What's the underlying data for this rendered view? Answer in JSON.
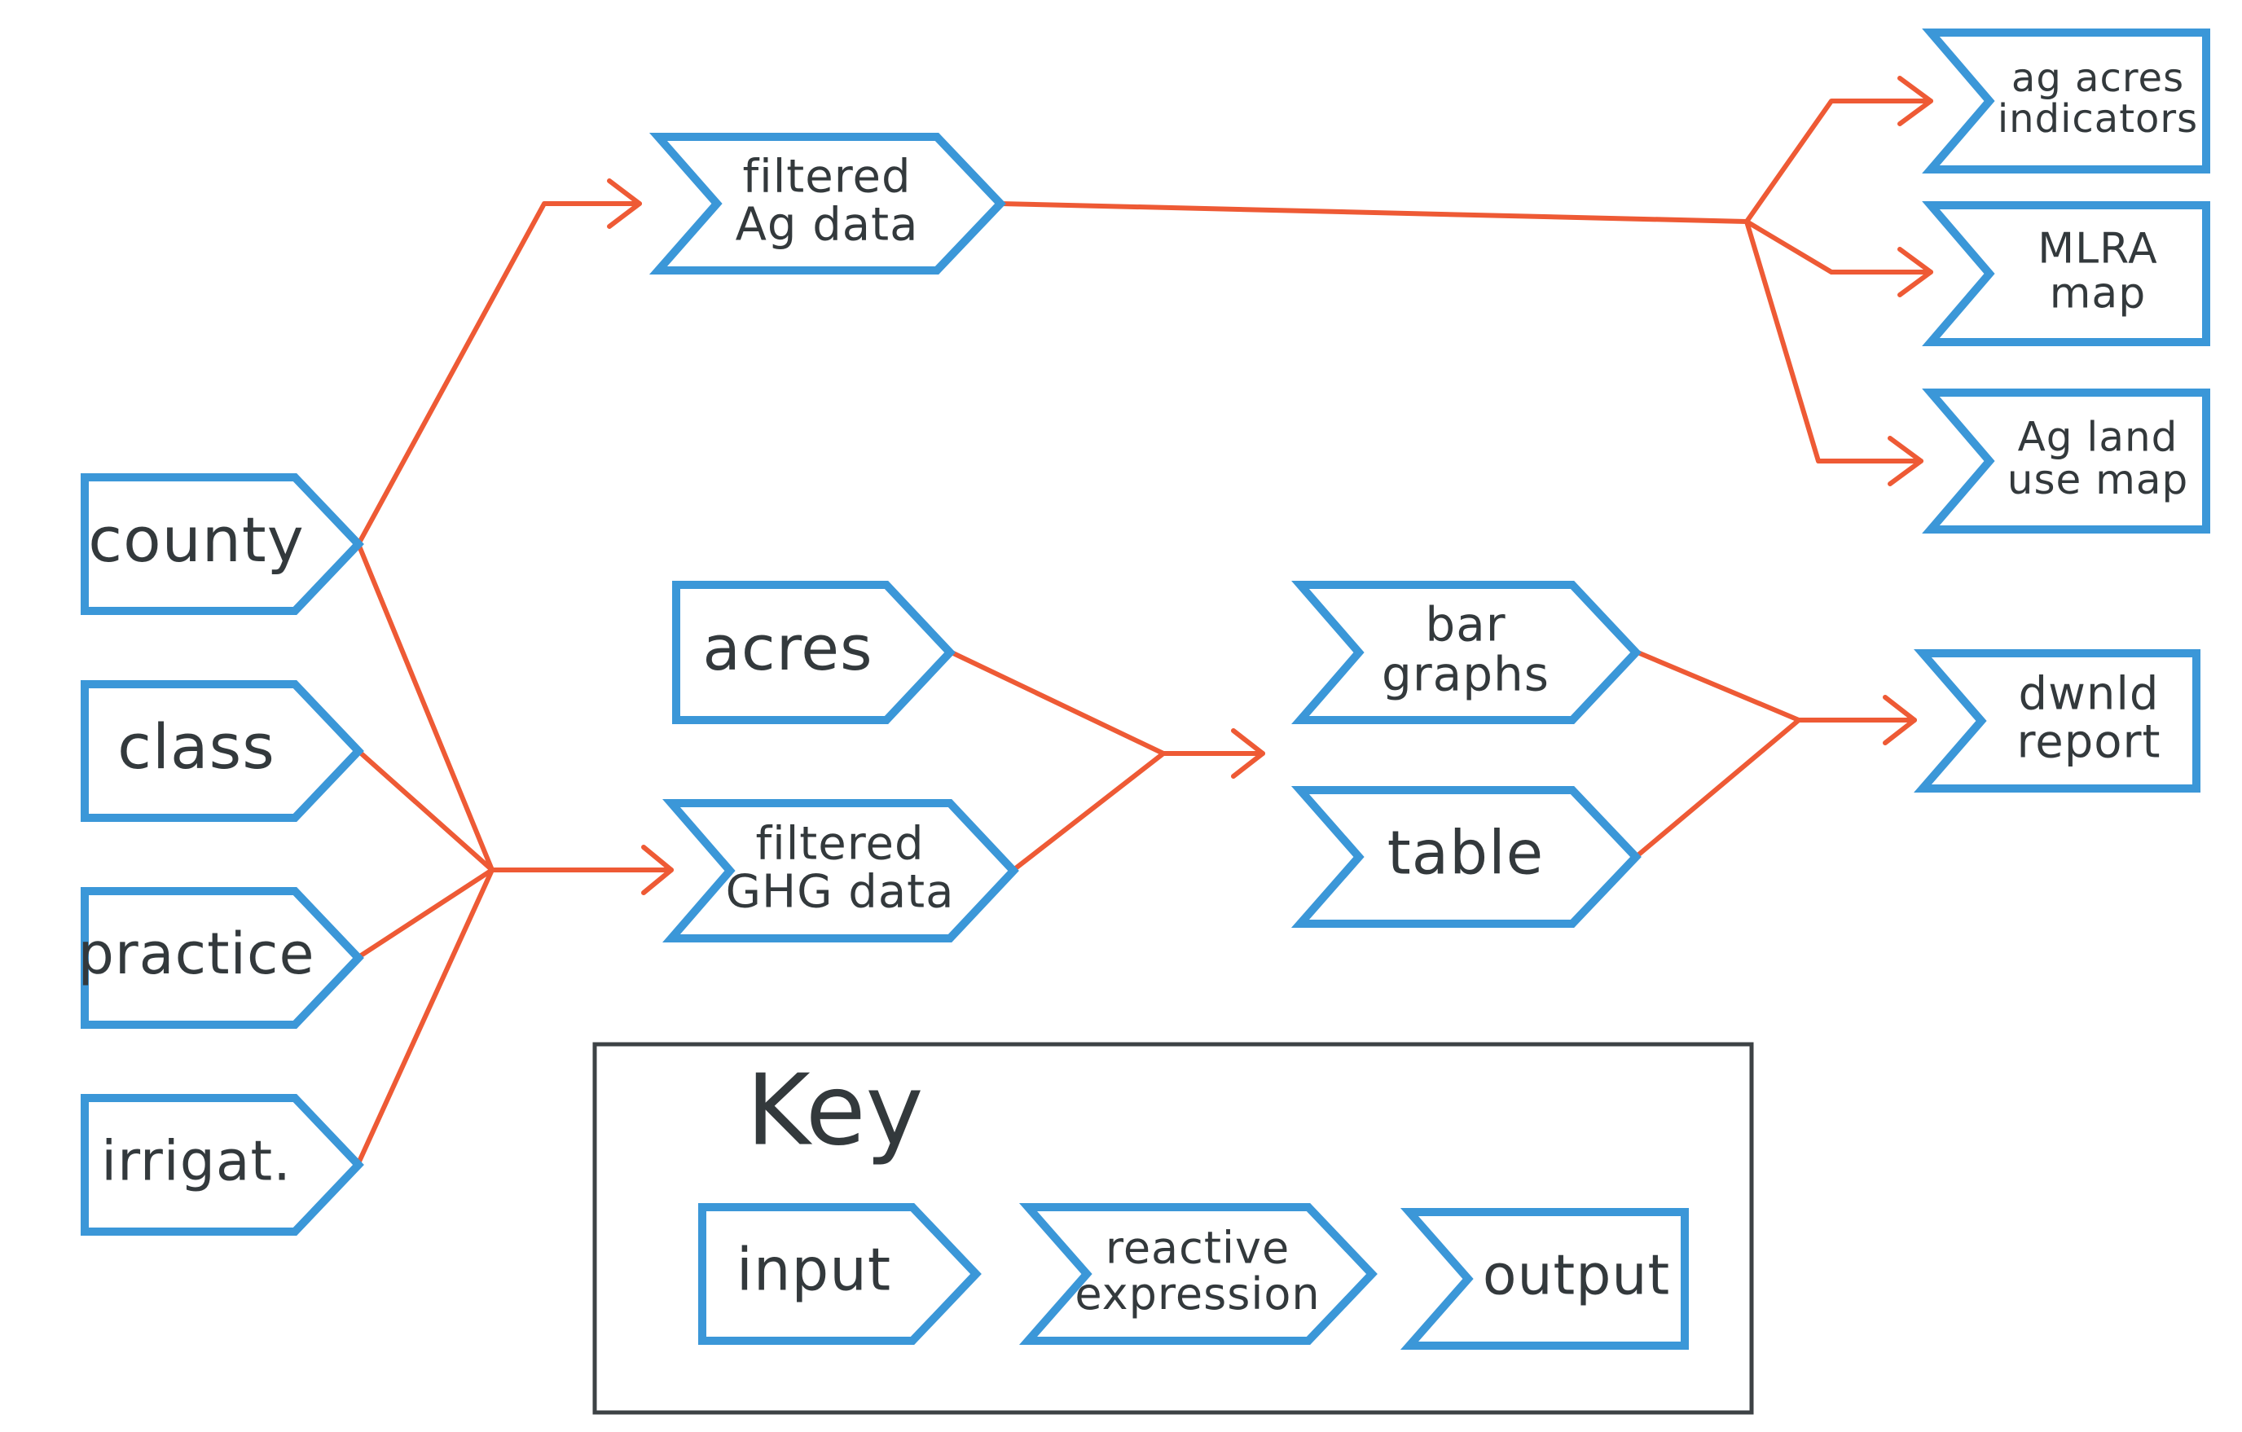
{
  "nodes": {
    "county": {
      "kind": "input",
      "lines": [
        "county"
      ]
    },
    "class": {
      "kind": "input",
      "lines": [
        "class"
      ]
    },
    "practice": {
      "kind": "input",
      "lines": [
        "practice"
      ]
    },
    "irrigat": {
      "kind": "input",
      "lines": [
        "irrigat."
      ]
    },
    "acres": {
      "kind": "input",
      "lines": [
        "acres"
      ]
    },
    "filtered_ag": {
      "kind": "reactive",
      "lines": [
        "filtered",
        "Ag data"
      ]
    },
    "filtered_ghg": {
      "kind": "reactive",
      "lines": [
        "filtered",
        "GHG data"
      ]
    },
    "bar_graphs": {
      "kind": "reactive",
      "lines": [
        "bar",
        "graphs"
      ]
    },
    "table": {
      "kind": "reactive",
      "lines": [
        "table"
      ]
    },
    "ag_acres": {
      "kind": "output",
      "lines": [
        "ag acres",
        "indicators"
      ]
    },
    "mlra": {
      "kind": "output",
      "lines": [
        "MLRA",
        "map"
      ]
    },
    "ag_land": {
      "kind": "output",
      "lines": [
        "Ag land",
        "use map"
      ]
    },
    "dwnld": {
      "kind": "output",
      "lines": [
        "dwnld",
        "report"
      ]
    }
  },
  "key": {
    "title": "Key",
    "input": {
      "kind": "input",
      "lines": [
        "input"
      ]
    },
    "reactive": {
      "kind": "reactive",
      "lines": [
        "reactive",
        "expression"
      ]
    },
    "output": {
      "kind": "output",
      "lines": [
        "output"
      ]
    }
  },
  "colors": {
    "shape_stroke": "#3b97d8",
    "arrow": "#ee5a35",
    "text": "#33393c",
    "key_border": "#3d4245",
    "background": "#ffffff"
  }
}
